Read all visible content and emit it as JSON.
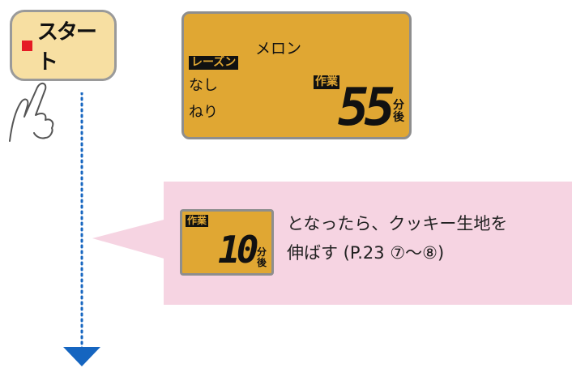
{
  "start_button": {
    "label": "スタート"
  },
  "lcd_main": {
    "menu": "メロン",
    "raisin": "レーズン",
    "raisin_value": "なし",
    "kneading": "ねり",
    "work": "作業",
    "minutes": "55",
    "unit_top": "分",
    "unit_bottom": "後"
  },
  "callout": {
    "lcd_mini": {
      "work": "作業",
      "minutes": "10",
      "unit_top": "分",
      "unit_bottom": "後"
    },
    "line1": "となったら、クッキー生地を",
    "line2": "伸ばす (P.23 ⑦〜⑧)"
  },
  "colors": {
    "lcd": "#e0a733",
    "callout": "#f6d4e2",
    "button": "#f7dfa2",
    "flow": "#1565c0",
    "start_marker": "#e51b24"
  }
}
